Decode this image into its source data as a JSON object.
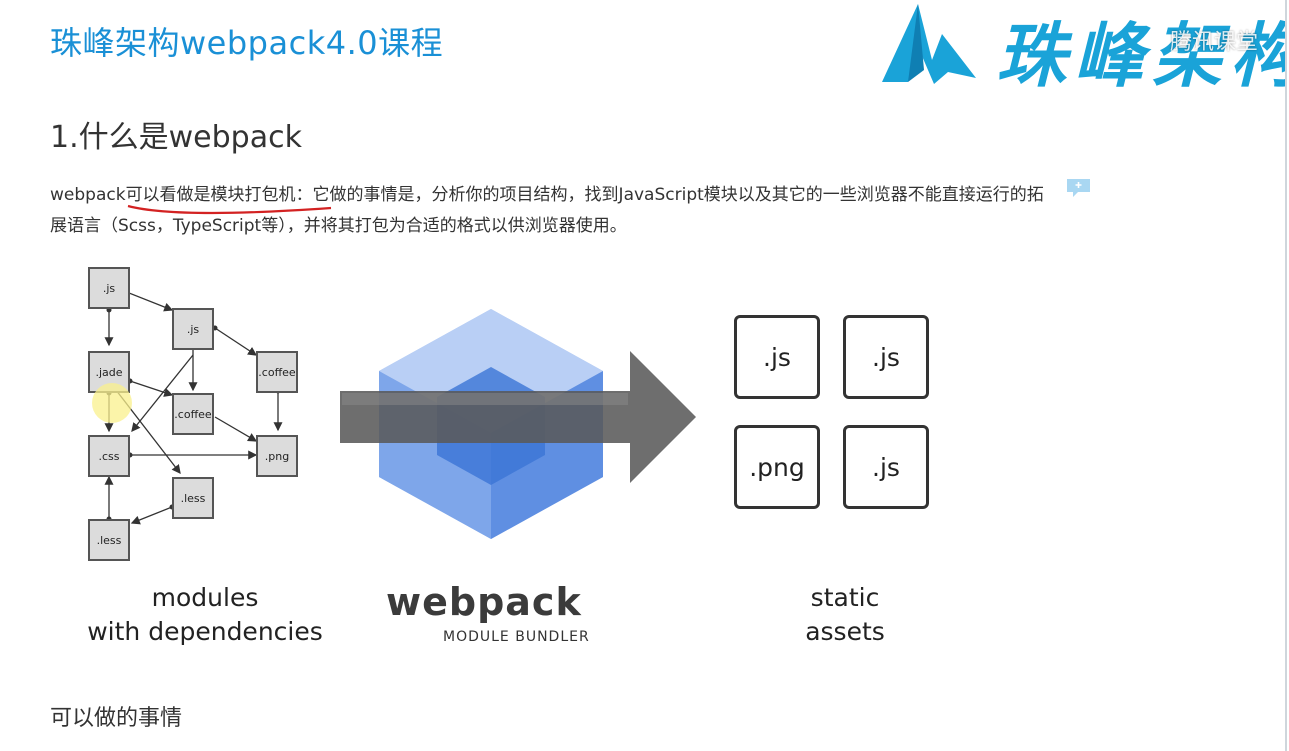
{
  "header": {
    "course_title": "珠峰架构webpack4.0课程",
    "brand_text": "珠峰架构",
    "watermark": "腾讯课堂"
  },
  "section": {
    "heading": "1.什么是webpack",
    "paragraph_lead": "webpack",
    "paragraph_highlight": "可以看做是模块打包机",
    "paragraph_rest": "：它做的事情是，分析你的项目结构，找到JavaScript模块以及其它的一些浏览器不能直接运行的拓展语言（Scss，TypeScript等），并将其打包为合适的格式以供浏览器使用。"
  },
  "figure": {
    "modules": [
      ".js",
      ".js",
      ".jade",
      ".coffee",
      ".coffee",
      ".css",
      ".png",
      ".less",
      ".less"
    ],
    "assets": [
      ".js",
      ".js",
      ".png",
      ".js"
    ],
    "caption_modules_1": "modules",
    "caption_modules_2": "with dependencies",
    "bundler_name": "webpack",
    "bundler_sub": "MODULE BUNDLER",
    "caption_assets_1": "static",
    "caption_assets_2": "assets"
  },
  "footer": {
    "sub_heading": "可以做的事情"
  },
  "colors": {
    "title_blue": "#1a90d6",
    "brand_blue": "#1aa3d8",
    "cube_blue": "#5b8fe0",
    "annotation_red": "#d32222"
  },
  "icons": [
    "play-icon",
    "comment-icon",
    "webpack-cube-icon",
    "arrow-right-icon",
    "cursor-highlight"
  ]
}
